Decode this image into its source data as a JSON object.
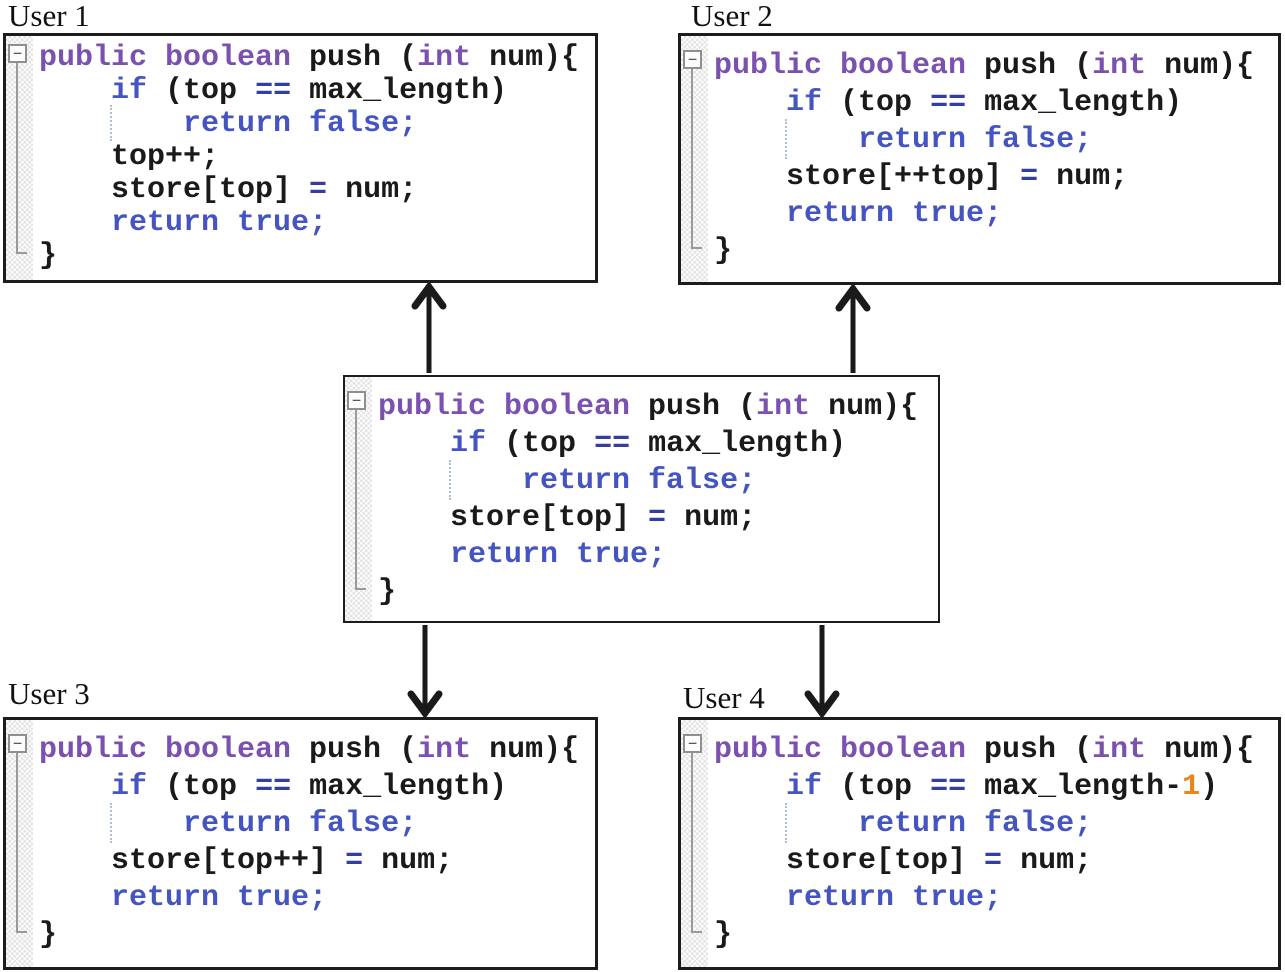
{
  "diagram": {
    "labels": {
      "user1": "User 1",
      "user2": "User 2",
      "user3": "User 3",
      "user4": "User 4"
    },
    "fold_marker": "−",
    "colors": {
      "keyword-type": "#7a50b0",
      "keyword-flow": "#4454c2",
      "operator": "#333da2",
      "code-text": "#1a1a1a",
      "number-literal": "#e8861e",
      "arrow": "#1a1a1a",
      "panel-border": "#1c1c1c"
    },
    "panels": {
      "user1": {
        "lines": [
          [
            [
              "kp",
              "public boolean"
            ],
            [
              "tx",
              " push ("
            ],
            [
              "kp",
              "int"
            ],
            [
              "tx",
              " num){"
            ]
          ],
          [
            [
              "tx",
              "    "
            ],
            [
              "kb",
              "if"
            ],
            [
              "tx",
              " (top "
            ],
            [
              "op",
              "=="
            ],
            [
              "tx",
              " max_length)"
            ]
          ],
          [
            [
              "tx",
              "        "
            ],
            [
              "kb",
              "return false;"
            ]
          ],
          [
            [
              "tx",
              "    top++;"
            ]
          ],
          [
            [
              "tx",
              "    store[top] "
            ],
            [
              "op",
              "="
            ],
            [
              "tx",
              " num;"
            ]
          ],
          [
            [
              "tx",
              "    "
            ],
            [
              "kb",
              "return true;"
            ]
          ],
          [
            [
              "tx",
              "}"
            ]
          ]
        ]
      },
      "user2": {
        "lines": [
          [
            [
              "kp",
              "public boolean"
            ],
            [
              "tx",
              " push ("
            ],
            [
              "kp",
              "int"
            ],
            [
              "tx",
              " num){"
            ]
          ],
          [
            [
              "tx",
              "    "
            ],
            [
              "kb",
              "if"
            ],
            [
              "tx",
              " (top "
            ],
            [
              "op",
              "=="
            ],
            [
              "tx",
              " max_length)"
            ]
          ],
          [
            [
              "tx",
              "        "
            ],
            [
              "kb",
              "return false;"
            ]
          ],
          [
            [
              "tx",
              "    store[++top] "
            ],
            [
              "op",
              "="
            ],
            [
              "tx",
              " num;"
            ]
          ],
          [
            [
              "tx",
              "    "
            ],
            [
              "kb",
              "return true;"
            ]
          ],
          [
            [
              "tx",
              "}"
            ]
          ]
        ]
      },
      "center": {
        "lines": [
          [
            [
              "kp",
              "public boolean"
            ],
            [
              "tx",
              " push ("
            ],
            [
              "kp",
              "int"
            ],
            [
              "tx",
              " num){"
            ]
          ],
          [
            [
              "tx",
              "    "
            ],
            [
              "kb",
              "if"
            ],
            [
              "tx",
              " (top "
            ],
            [
              "op",
              "=="
            ],
            [
              "tx",
              " max_length)"
            ]
          ],
          [
            [
              "tx",
              "        "
            ],
            [
              "kb",
              "return false;"
            ]
          ],
          [
            [
              "tx",
              "    store[top] "
            ],
            [
              "op",
              "="
            ],
            [
              "tx",
              " num;"
            ]
          ],
          [
            [
              "tx",
              "    "
            ],
            [
              "kb",
              "return true;"
            ]
          ],
          [
            [
              "tx",
              "}"
            ]
          ]
        ]
      },
      "user3": {
        "lines": [
          [
            [
              "kp",
              "public boolean"
            ],
            [
              "tx",
              " push ("
            ],
            [
              "kp",
              "int"
            ],
            [
              "tx",
              " num){"
            ]
          ],
          [
            [
              "tx",
              "    "
            ],
            [
              "kb",
              "if"
            ],
            [
              "tx",
              " (top "
            ],
            [
              "op",
              "=="
            ],
            [
              "tx",
              " max_length)"
            ]
          ],
          [
            [
              "tx",
              "        "
            ],
            [
              "kb",
              "return false;"
            ]
          ],
          [
            [
              "tx",
              "    store[top++] "
            ],
            [
              "op",
              "="
            ],
            [
              "tx",
              " num;"
            ]
          ],
          [
            [
              "tx",
              "    "
            ],
            [
              "kb",
              "return true;"
            ]
          ],
          [
            [
              "tx",
              "}"
            ]
          ]
        ]
      },
      "user4": {
        "lines": [
          [
            [
              "kp",
              "public boolean"
            ],
            [
              "tx",
              " push ("
            ],
            [
              "kp",
              "int"
            ],
            [
              "tx",
              " num){"
            ]
          ],
          [
            [
              "tx",
              "    "
            ],
            [
              "kb",
              "if"
            ],
            [
              "tx",
              " (top "
            ],
            [
              "op",
              "=="
            ],
            [
              "tx",
              " max_length-"
            ],
            [
              "nm",
              "1"
            ],
            [
              "tx",
              ")"
            ]
          ],
          [
            [
              "tx",
              "        "
            ],
            [
              "kb",
              "return false;"
            ]
          ],
          [
            [
              "tx",
              "    store[top] "
            ],
            [
              "op",
              "="
            ],
            [
              "tx",
              " num;"
            ]
          ],
          [
            [
              "tx",
              "    "
            ],
            [
              "kb",
              "return true;"
            ]
          ],
          [
            [
              "tx",
              "}"
            ]
          ]
        ]
      }
    }
  }
}
